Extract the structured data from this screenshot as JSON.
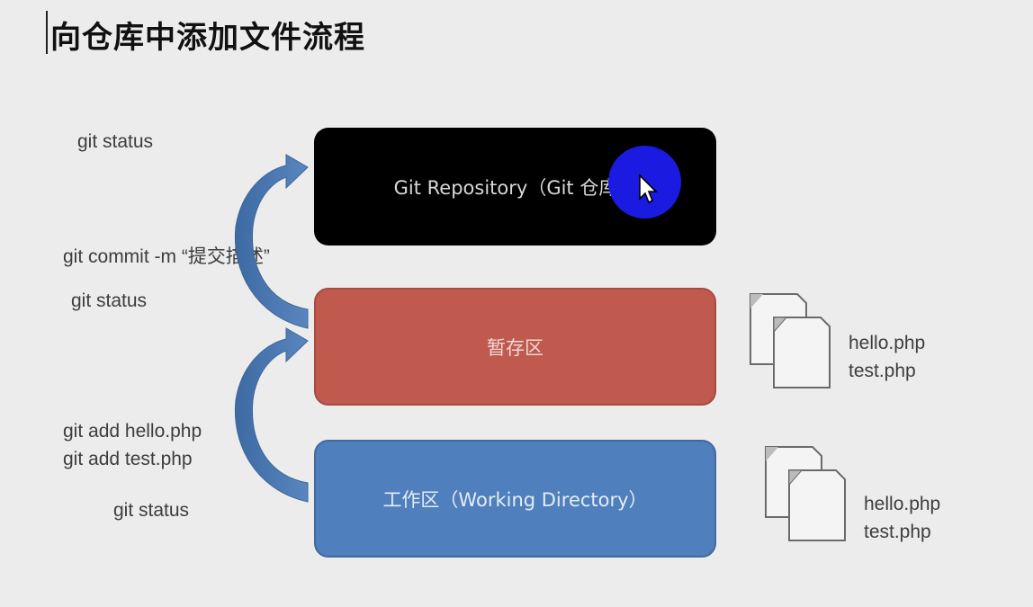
{
  "title": "向仓库中添加文件流程",
  "commands": {
    "status_top": "git status",
    "commit": "git commit -m “提交描述”",
    "status_mid": "git status",
    "add_hello": "git add hello.php",
    "add_test": "git add test.php",
    "status_bottom": "git status"
  },
  "areas": {
    "repository": "Git Repository（Git 仓库）",
    "staging": "暂存区",
    "working": "工作区（Working Directory）"
  },
  "staging_files": [
    "hello.php",
    "test.php"
  ],
  "working_files": [
    "hello.php",
    "test.php"
  ],
  "colors": {
    "repository": "#000000",
    "staging": "#c05a4f",
    "working": "#4f7fbd",
    "arrow": "#4b77ad",
    "cursor_highlight": "#1a1ae0"
  },
  "icons": {
    "arrow_stage_to_repo": "curved-arrow-up-right",
    "arrow_work_to_stage": "curved-arrow-up-right",
    "file": "document-stack-icon",
    "cursor": "mouse-pointer-icon"
  }
}
